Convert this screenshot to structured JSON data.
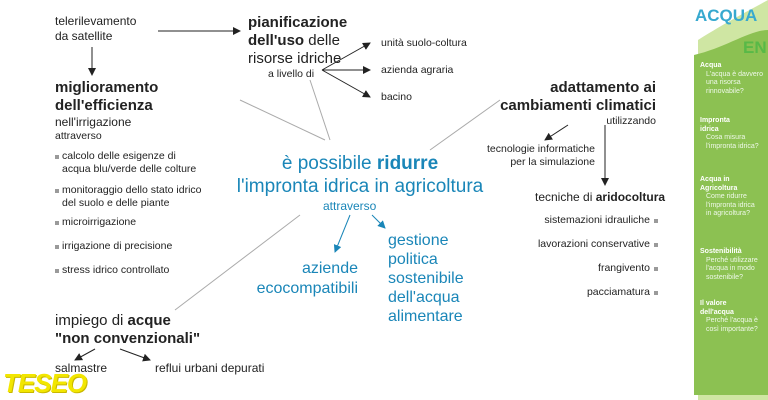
{
  "left_top": {
    "telerilevamento": [
      "telerilevamento",
      "da satellite"
    ],
    "miglioramento_title": [
      "miglioramento",
      "dell'efficienza"
    ],
    "miglioramento_sub": "nell'irrigazione",
    "attraverso": "attraverso",
    "items": [
      [
        "calcolo delle esigenze di",
        "acqua blu/verde delle colture"
      ],
      [
        "monitoraggio dello stato idrico",
        "del suolo e delle piante"
      ],
      [
        "microirrigazione"
      ],
      [
        "irrigazione di precisione"
      ],
      [
        "stress idrico controllato"
      ]
    ]
  },
  "pianificazione": {
    "title": [
      "pianificazione",
      "dell'uso"
    ],
    "rest": [
      "delle",
      "risorse idriche",
      "a livello di"
    ],
    "targets": [
      "unità suolo-coltura",
      "azienda agraria",
      "bacino"
    ]
  },
  "adattamento": {
    "title": [
      "adattamento ai",
      "cambiamenti climatici"
    ],
    "utilizzando": "utilizzando",
    "tecnologie": [
      "tecnologie informatiche",
      "per la simulazione"
    ],
    "tecniche_prefix": "tecniche di",
    "tecniche_bold": "aridocoltura",
    "items": [
      "sistemazioni idrauliche",
      "lavorazioni conservative",
      "frangivento",
      "pacciamatura"
    ]
  },
  "center": {
    "line1_prefix": "è possibile",
    "line1_bold": "ridurre",
    "line2": "l'impronta idrica in agricoltura",
    "attraverso": "attraverso",
    "aziende": [
      "aziende",
      "ecocompatibili"
    ],
    "gestione": [
      "gestione",
      "politica",
      "sostenibile",
      "dell'acqua",
      "alimentare"
    ]
  },
  "bottom_left": {
    "impiego_prefix": "impiego di",
    "impiego_bold": "acque",
    "non_conv": "\"non convenzionali\"",
    "targets": [
      "salmastre",
      "reflui urbani depurati"
    ]
  },
  "logo": "TESEO",
  "panel": {
    "header1": "ACQUA",
    "header2": "EN",
    "items": [
      {
        "title": [
          "Acqua"
        ],
        "sub": [
          "L'acqua è davvero",
          "una risorsa",
          "rinnovabile?"
        ]
      },
      {
        "title": [
          "Impronta",
          "idrica"
        ],
        "sub": [
          "Cosa misura",
          "l'impronta idrica?"
        ]
      },
      {
        "title": [
          "Acqua in",
          "Agricoltura"
        ],
        "sub": [
          "Come ridurre",
          "l'impronta idrica",
          "in agricoltura?"
        ]
      },
      {
        "title": [
          "Sostenibilità"
        ],
        "sub": [
          "Perché utilizzare",
          "l'acqua in modo",
          "sostenibile?"
        ]
      },
      {
        "title": [
          "Il valore",
          "dell'acqua"
        ],
        "sub": [
          "Perché l'acqua è",
          "così importante?"
        ]
      }
    ],
    "colors": {
      "light": "#cfe6a3",
      "mid": "#8cc152",
      "dark": "#5aa544",
      "title": "#37a9cf",
      "green": "#58b947"
    }
  }
}
